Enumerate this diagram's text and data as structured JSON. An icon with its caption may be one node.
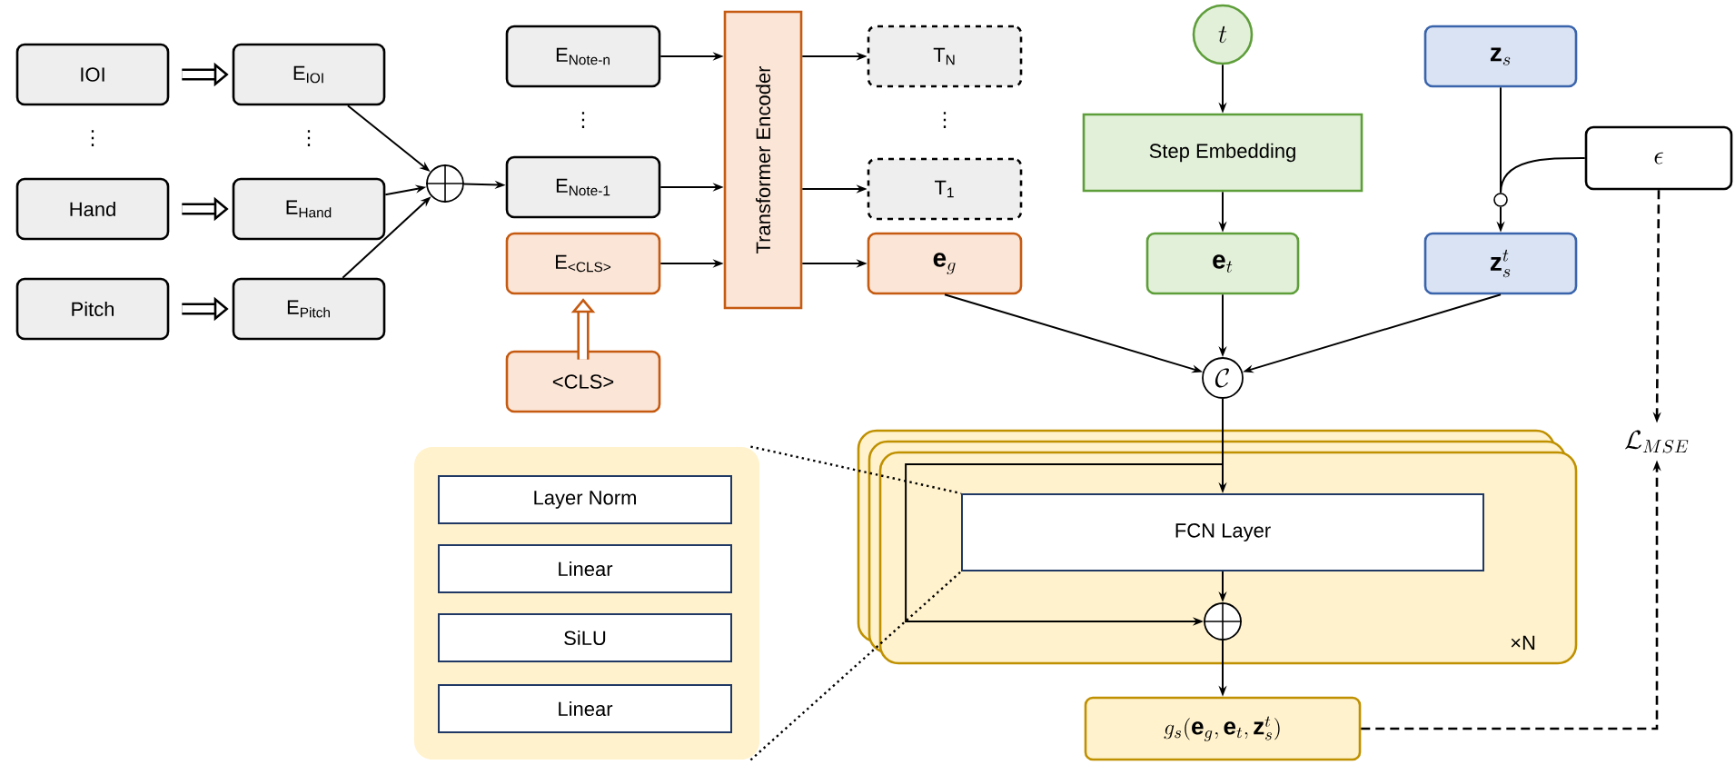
{
  "diagram": {
    "nodes": [
      {
        "text": [
          "IOI"
        ]
      },
      {
        "text": [
          "Hand"
        ]
      },
      {
        "text": [
          "Pitch"
        ]
      },
      {
        "text": [
          "E$_{IOI}$"
        ]
      },
      {
        "text": [
          "E$_{Hand}$"
        ]
      },
      {
        "text": [
          "E$_{Pitch}$"
        ]
      },
      {
        "text": [],
        "shape": "circle"
      },
      {
        "text": [
          "E$_{Note-n}$"
        ]
      },
      {
        "text": [
          "E$_{Note-1}$"
        ]
      },
      {
        "text": [
          "E$_{<CLS>}$"
        ]
      },
      {
        "text": [
          "<CLS>"
        ]
      },
      {
        "text": [
          "Transformer Encoder"
        ]
      },
      {
        "text": [
          "T$_{N}$"
        ]
      },
      {
        "text": [
          "T$_{1}$"
        ]
      },
      {
        "text": [
          "\\mathbf{e}_g"
        ]
      },
      {
        "text": [
          "t"
        ]
      },
      {
        "text": [
          "Step Embedding"
        ]
      },
      {
        "text": [
          "\\mathbf{e}_t"
        ]
      },
      {
        "text": [
          "\\mathbf{z}_s"
        ]
      },
      {
        "text": [
          "\\epsilon"
        ]
      },
      {
        "text": [],
        "shape": "circle"
      },
      {
        "text": [
          "\\mathbf{z}_s^t"
        ]
      },
      {
        "text": [
          "\\mathcal{C}"
        ]
      },
      {
        "text": [],
        "shape": "box"
      },
      {
        "text": [
          "Layer Norm"
        ],
        "in": 23
      },
      {
        "text": [
          "Linear"
        ],
        "in": 23
      },
      {
        "text": [
          "SiLU"
        ],
        "in": 23
      },
      {
        "text": [
          "Linear"
        ],
        "in": 23
      },
      {
        "text": [
          "×N"
        ]
      },
      {
        "text": [
          "FCN Layer"
        ],
        "in": 28
      },
      {
        "text": [],
        "shape": "circle",
        "in": 28
      },
      {
        "text": [
          "g_s(\\mathbf{e}_g, \\mathbf{e}_t, \\mathbf{z}_s^t)"
        ]
      },
      {
        "text": [
          "\\mathcal{L}_{MSE}"
        ]
      }
    ],
    "edges": [
      {
        "from": 0,
        "to": 3,
        "arrow": "to",
        "style": "thick"
      },
      {
        "from": 1,
        "to": 4,
        "arrow": "to",
        "style": "thick"
      },
      {
        "from": 2,
        "to": 5,
        "arrow": "to",
        "style": "thick"
      },
      {
        "from": 3,
        "to": 6,
        "arrow": "to"
      },
      {
        "from": 4,
        "to": 6,
        "arrow": "to"
      },
      {
        "from": 5,
        "to": 6,
        "arrow": "to"
      },
      {
        "from": 6,
        "to": 8,
        "arrow": "to"
      },
      {
        "from": 7,
        "to": 11,
        "arrow": "to"
      },
      {
        "from": 8,
        "to": 11,
        "arrow": "to"
      },
      {
        "from": 9,
        "to": 11,
        "arrow": "to"
      },
      {
        "from": 10,
        "to": 9,
        "arrow": "to",
        "style": "thick",
        "color": "#c55a11"
      },
      {
        "from": 11,
        "to": 12,
        "arrow": "to"
      },
      {
        "from": 11,
        "to": 13,
        "arrow": "to"
      },
      {
        "from": 11,
        "to": 14,
        "arrow": "to"
      },
      {
        "from": 15,
        "to": 16,
        "arrow": "to"
      },
      {
        "from": 16,
        "to": 17,
        "arrow": "to"
      },
      {
        "from": 18,
        "to": 20,
        "arrow": "none"
      },
      {
        "from": 19,
        "to": 20,
        "arrow": "none"
      },
      {
        "from": 20,
        "to": 21,
        "arrow": "to"
      },
      {
        "from": 14,
        "to": 22,
        "arrow": "to"
      },
      {
        "from": 17,
        "to": 22,
        "arrow": "to"
      },
      {
        "from": 21,
        "to": 22,
        "arrow": "to"
      },
      {
        "from": 22,
        "to": 29,
        "arrow": "to"
      },
      {
        "from": 22,
        "to": 30,
        "arrow": "to"
      },
      {
        "from": 29,
        "to": 30,
        "arrow": "to"
      },
      {
        "from": 30,
        "to": 31,
        "arrow": "to"
      },
      {
        "from": 31,
        "to": 32,
        "arrow": "to",
        "style": "dashed"
      },
      {
        "from": 19,
        "to": 32,
        "arrow": "to",
        "style": "dashed"
      },
      {
        "from": 23,
        "to": 29,
        "arrow": "none",
        "style": "dashed"
      },
      {
        "from": 23,
        "to": 29,
        "arrow": "none",
        "style": "dashed"
      }
    ],
    "labels": [
      "⋮",
      "⋮",
      "⋮",
      "⋮"
    ]
  }
}
